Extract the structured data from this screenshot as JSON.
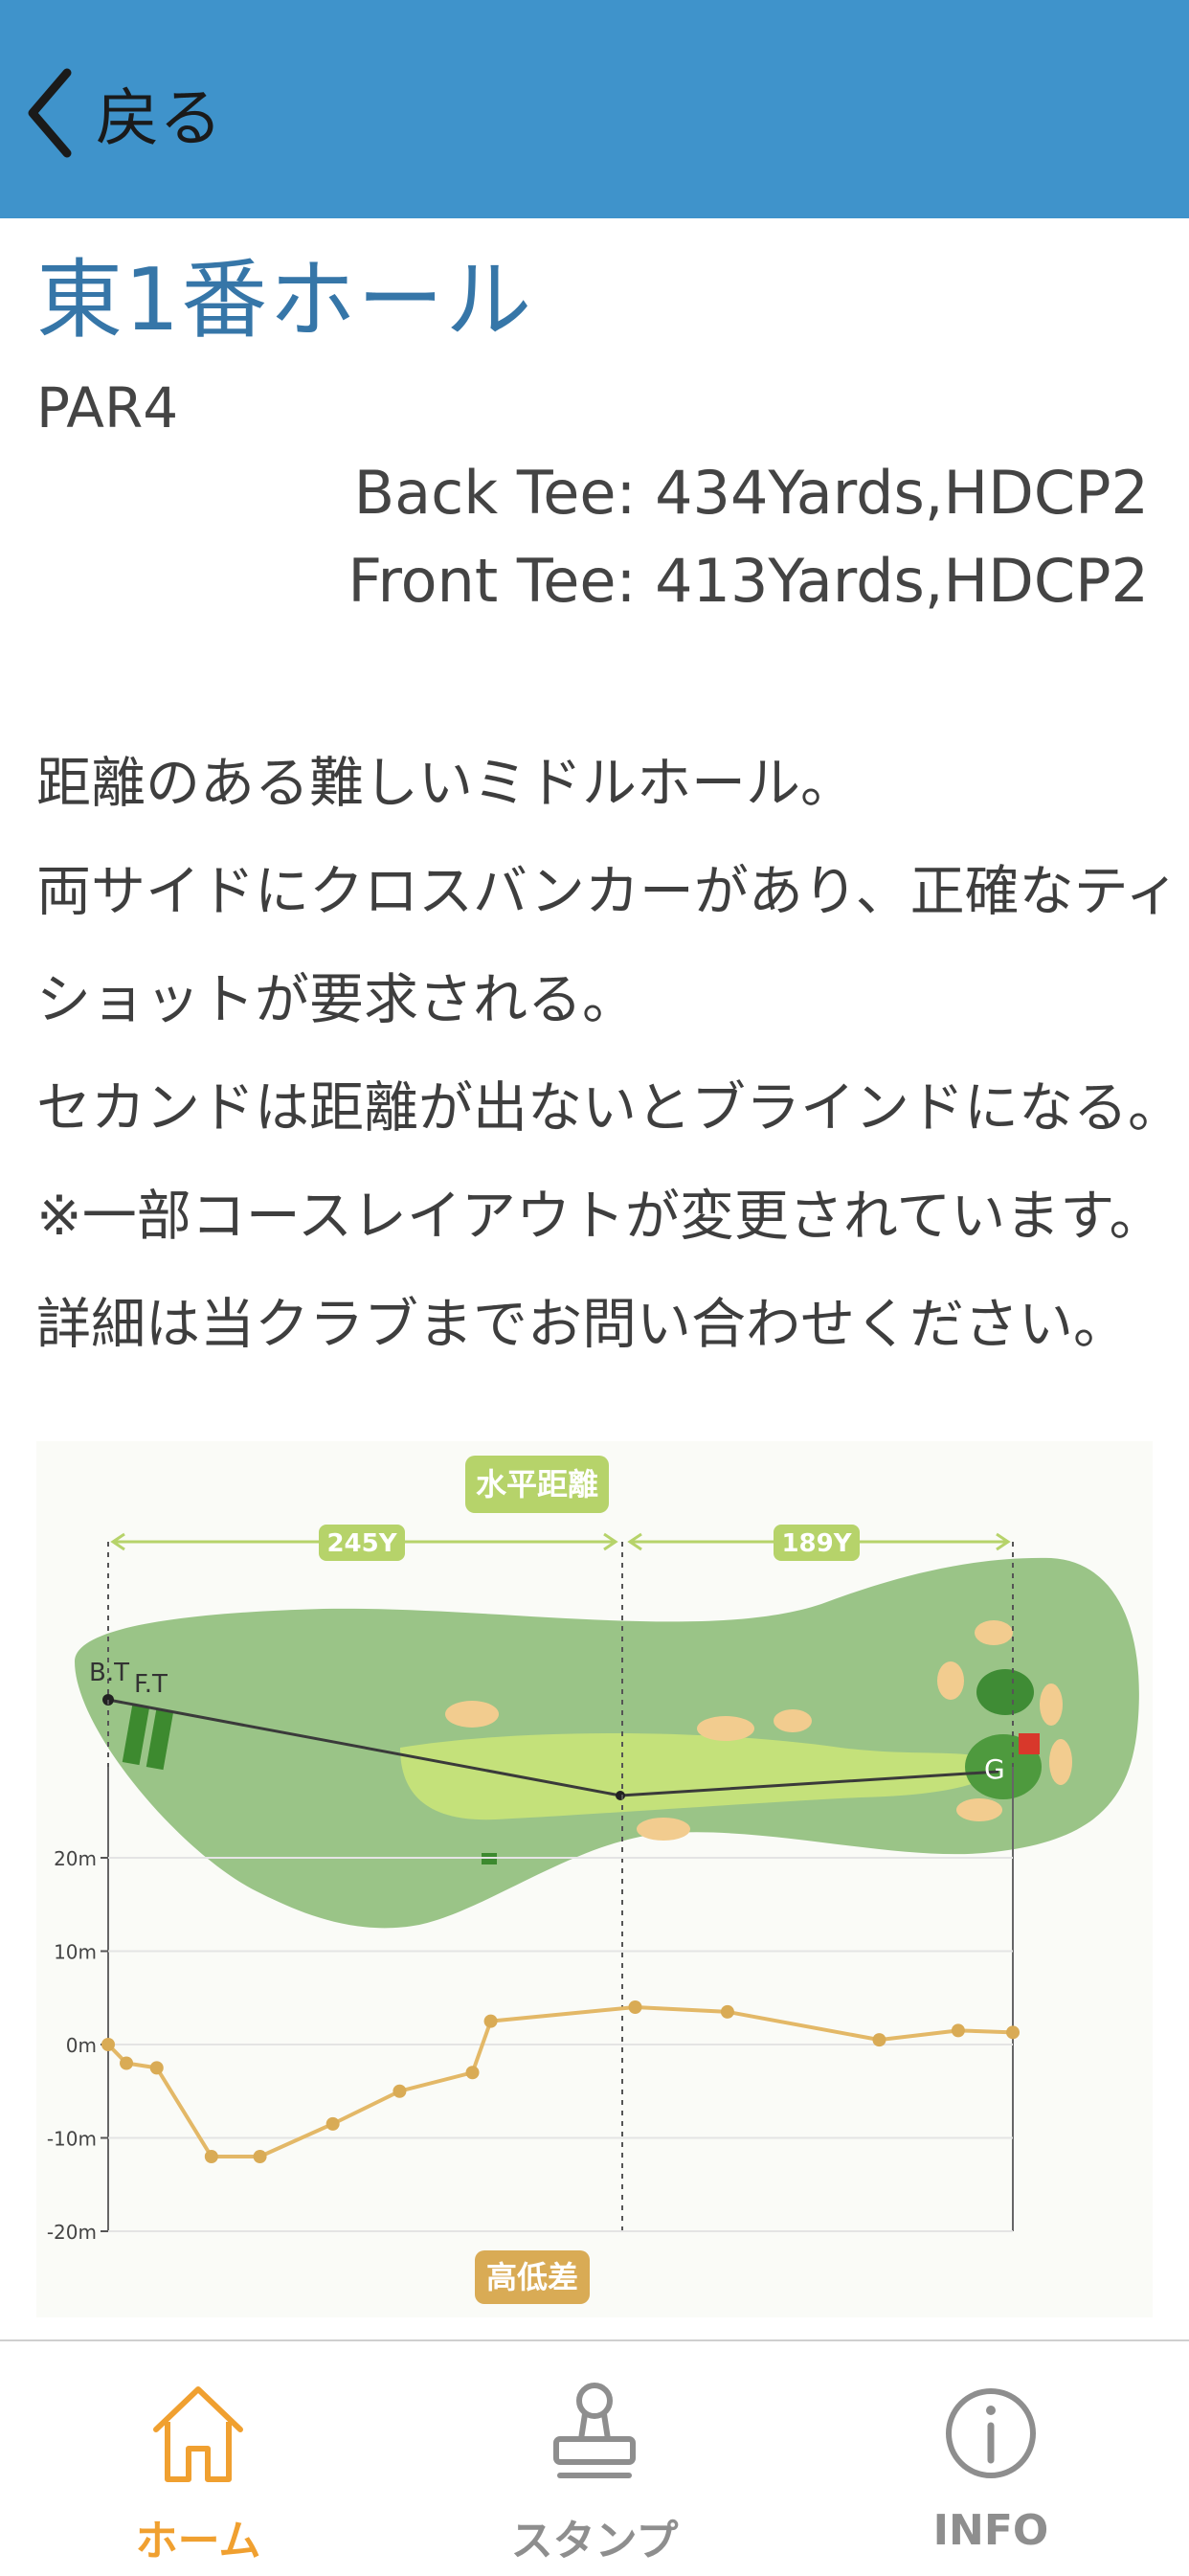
{
  "header": {
    "back_label": "戻る"
  },
  "hole": {
    "title": "東1番ホール",
    "par": "PAR4",
    "back_tee": "Back Tee:  434Yards,HDCP2",
    "front_tee": "Front Tee: 413Yards,HDCP2"
  },
  "description": [
    "距離のある難しいミドルホール。",
    "両サイドにクロスバンカーがあり、正確なティ",
    "ショットが要求される。",
    "セカンドは距離が出ないとブラインドになる。",
    "※一部コースレイアウトが変更されています。",
    "詳細は当クラブまでお問い合わせください。"
  ],
  "map": {
    "horizontal_label": "水平距離",
    "elevation_label": "高低差",
    "segment1": "245Y",
    "segment2": "189Y",
    "bt_label": "B.T",
    "ft_label": "F.T",
    "green_label": "G",
    "y_ticks": [
      "20m",
      "10m",
      "0m",
      "-10m",
      "-20m"
    ]
  },
  "chart_data": {
    "type": "line",
    "title": "高低差",
    "xlabel": "水平距離",
    "ylabel": "",
    "x_unit": "yards",
    "ylim": [
      -20,
      20
    ],
    "series": [
      {
        "name": "",
        "x": [
          0,
          15,
          40,
          85,
          125,
          185,
          240,
          300,
          315,
          434,
          510,
          635,
          700,
          745
        ],
        "values": [
          0,
          -2,
          -2.5,
          -12,
          -12,
          -8.5,
          -5,
          -3,
          2.5,
          4,
          3.5,
          0.5,
          1.5,
          1.3
        ]
      }
    ],
    "colors": {
      "line": "#e3b867",
      "marker": "#d9ab55"
    }
  },
  "tabs": [
    {
      "label": "ホーム",
      "active": true
    },
    {
      "label": "スタンプ",
      "active": false
    },
    {
      "label": "INFO",
      "active": false
    }
  ],
  "colors": {
    "header": "#3f93cb",
    "title": "#3676a8",
    "active_tab": "#f0a030",
    "inactive_tab": "#8e8e8e"
  }
}
